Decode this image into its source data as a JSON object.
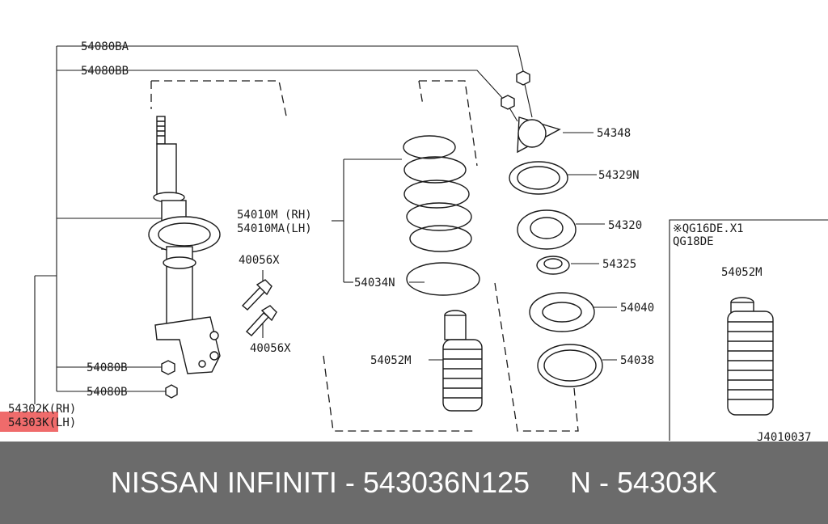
{
  "diagram": {
    "labels": {
      "p54080BA": "54080BA",
      "p54080BB": "54080BB",
      "p54348": "54348",
      "p54329N": "54329N",
      "p54320": "54320",
      "p54325": "54325",
      "p54040": "54040",
      "p54038": "54038",
      "p54010M": "54010M (RH)",
      "p54010MA": "54010MA(LH)",
      "p54034N": "54034N",
      "p54052M": "54052M",
      "p40056X_a": "40056X",
      "p40056X_b": "40056X",
      "p54080B_a": "54080B",
      "p54080B_b": "54080B",
      "p54302K": "54302K(RH)",
      "p54303K": "54303K(LH)"
    },
    "inset": {
      "engine_line1": "※QG16DE.X1",
      "engine_line2": "QG18DE",
      "part": "54052M"
    },
    "diagram_code": "J4010037",
    "highlight_color": "#ef6b6b"
  },
  "footer": {
    "text": "NISSAN INFINITI - 543036N125     N - 54303K",
    "background": "#6b6b6b"
  }
}
